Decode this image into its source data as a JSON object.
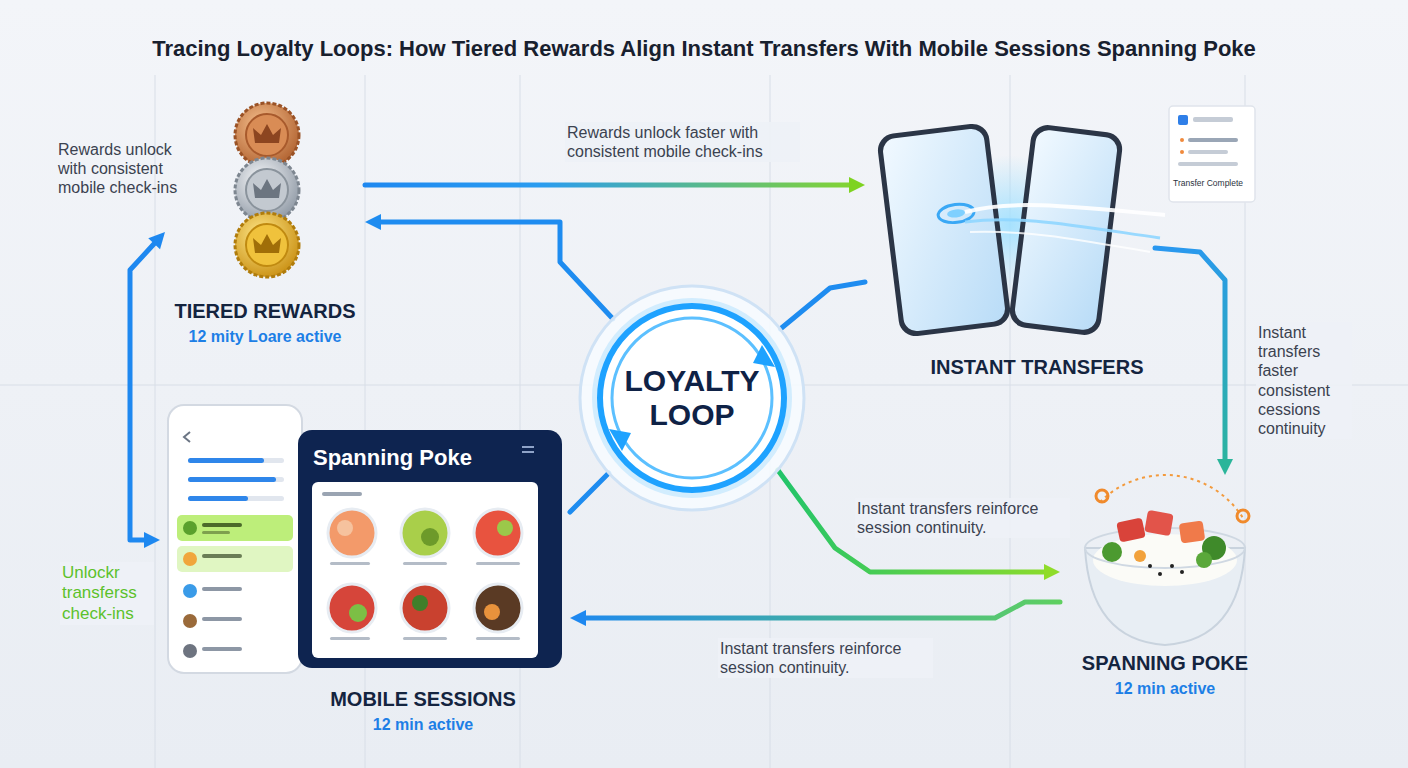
{
  "diagram": {
    "title": "Tracing Loyalty Loops: How Tiered Rewards Align Instant Transfers With Mobile Sessions Spanning Poke",
    "nodes": [
      {
        "text": [
          "TIERED REWARDS",
          "12 mity Loare active"
        ]
      },
      {
        "text": [
          "INSTANT TRANSFERS"
        ]
      },
      {
        "text": [
          "LOYALTY LOOP"
        ]
      },
      {
        "text": [
          "MOBILE SESSIONS",
          "12 min active"
        ]
      },
      {
        "text": [
          "SPANNING POKE",
          "12 min active"
        ]
      }
    ],
    "edges": [
      {
        "from": 0,
        "to": 1,
        "arrow": "to",
        "label": "Rewards unlock faster with consistent mobile check-ins"
      },
      {
        "from": 2,
        "to": 0,
        "arrow": "to"
      },
      {
        "from": 2,
        "to": 1,
        "arrow": "none"
      },
      {
        "from": 1,
        "to": 4,
        "arrow": "to",
        "label": "Instant transfers faster consistent cessions continuity"
      },
      {
        "from": 2,
        "to": 4,
        "arrow": "to",
        "label": "Instant transfers reinforce session continuity."
      },
      {
        "from": 4,
        "to": 3,
        "arrow": "to",
        "label": "Instant transfers reinforce session continuity."
      },
      {
        "from": 2,
        "to": 3,
        "arrow": "none"
      },
      {
        "from": 0,
        "to": 3,
        "arrow": "both",
        "label": "Unlockr transferss check-ins"
      }
    ],
    "labels": [
      "Rewards unlock with consistent mobile check-ins",
      "Spanning Poke",
      "Transfer Complete"
    ]
  }
}
